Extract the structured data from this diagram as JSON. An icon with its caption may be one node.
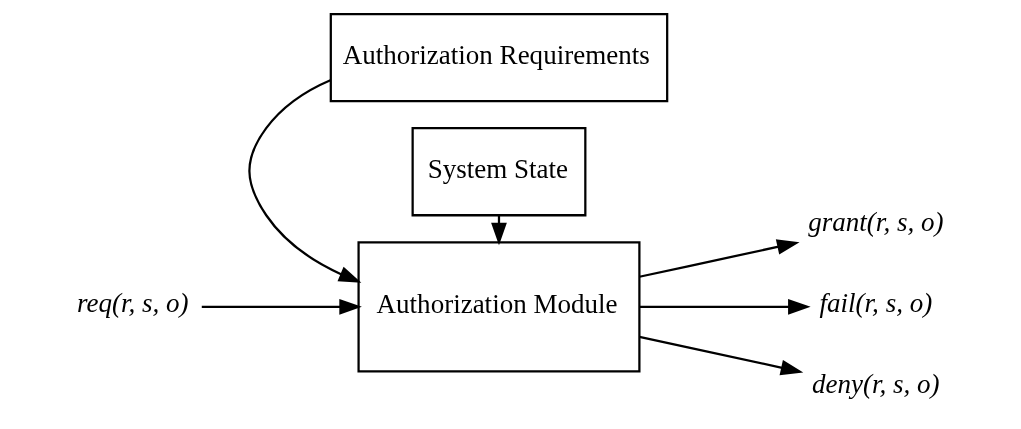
{
  "diagram": {
    "nodes": [
      {
        "text": [
          "Authorization Requirements"
        ]
      },
      {
        "text": [
          "req(r, s, o)"
        ]
      },
      {
        "text": [
          "Authorization Module"
        ]
      },
      {
        "text": [
          "grant(r, s, o)"
        ]
      },
      {
        "text": [
          "fail(r, s, o)"
        ]
      },
      {
        "text": [
          "deny(r, s, o)"
        ]
      },
      {
        "text": [
          "System State"
        ]
      }
    ],
    "edges": [
      {
        "from": 0,
        "to": 2,
        "arrow": "to"
      },
      {
        "from": 1,
        "to": 2,
        "arrow": "to"
      },
      {
        "from": 2,
        "to": 3,
        "arrow": "to"
      },
      {
        "from": 2,
        "to": 4,
        "arrow": "to"
      },
      {
        "from": 2,
        "to": 5,
        "arrow": "to"
      },
      {
        "from": 6,
        "to": 2,
        "arrow": "to"
      }
    ]
  }
}
